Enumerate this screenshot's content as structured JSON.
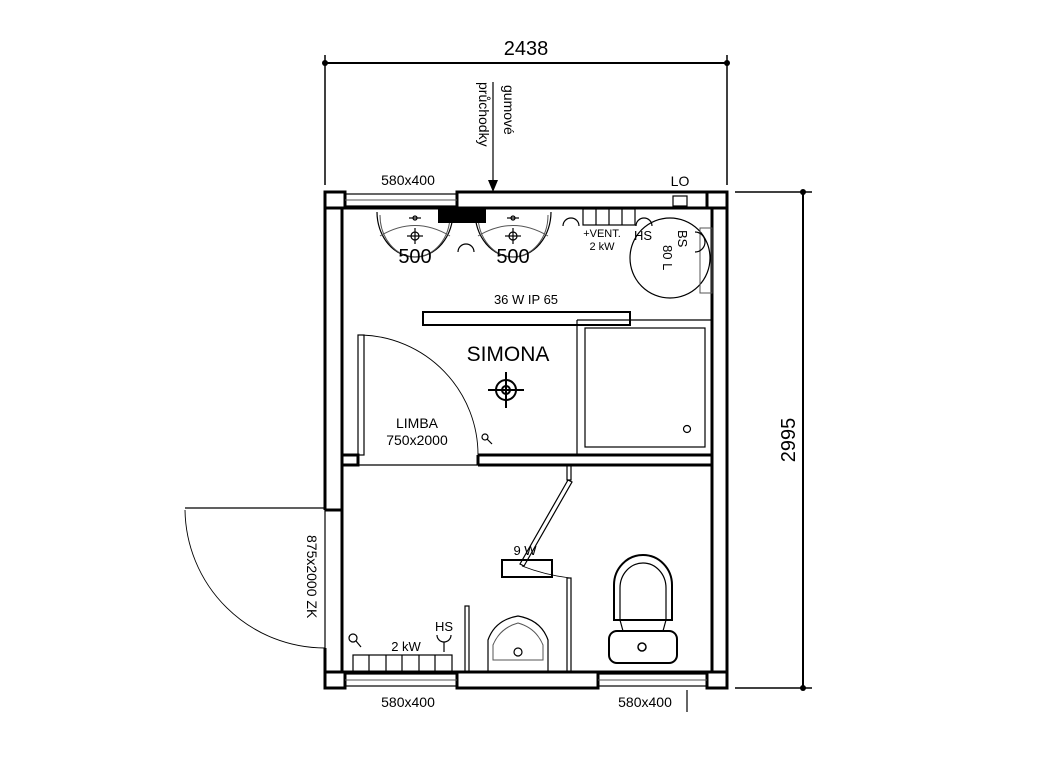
{
  "dimensions": {
    "width": "2438",
    "height": "2995"
  },
  "annotations": {
    "cable_entry_line1": "gumové",
    "cable_entry_line2": "průchodky",
    "window_top": "580x400",
    "window_bottom_left": "580x400",
    "window_bottom_right": "580x400",
    "lo": "LO",
    "sink_left": "500",
    "sink_right": "500",
    "heater_top_line1": "+VENT.",
    "heater_top_line2": "2 kW",
    "hs_top": "HS",
    "boiler_line1": "BS",
    "boiler_line2": "80 L",
    "light_main": "36 W IP 65",
    "room_name": "SIMONA",
    "inner_door_line1": "LIMBA",
    "inner_door_line2": "750x2000",
    "light_wc": "9 W",
    "heater_bottom": "2 kW",
    "hs_bottom": "HS",
    "entry_door": "875x2000 ZK"
  },
  "colors": {
    "line": "#000000",
    "dimension_text": "#555555"
  }
}
